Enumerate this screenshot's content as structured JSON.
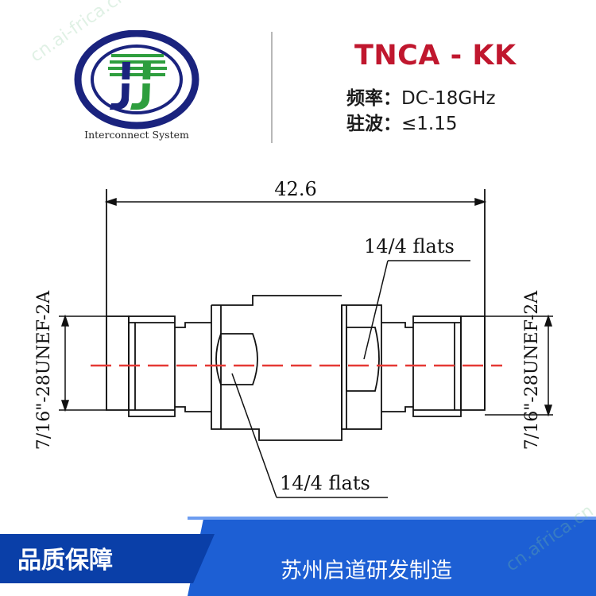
{
  "header": {
    "logo_caption": "Interconnect System",
    "product_title": "TNCA - KK",
    "spec_frequency_label": "频率：",
    "spec_frequency_value": "DC-18GHz",
    "spec_vswr_label": "驻波：",
    "spec_vswr_value": "≤1.15"
  },
  "drawing": {
    "overall_length_label": "42.6",
    "flats_upper_label": "14/4 flats",
    "flats_lower_label": "14/4 flats",
    "thread_left_label": "7/16\"-28UNEF-2A",
    "thread_right_label": "7/16\"-28UNEF-2A"
  },
  "footer": {
    "left_text": "品质保障",
    "right_text": "苏州启道研发制造"
  },
  "watermarks": {
    "top_left": "cn.ai-frica.cn",
    "bottom_right": "cn.africa.cn"
  },
  "colors": {
    "title_red": "#c0172e",
    "footer_dark_blue": "#0a3fa8",
    "footer_blue": "#1d5fd4",
    "centerline_red": "#e53935",
    "logo_navy": "#1a237e",
    "logo_green": "#2e9e3e"
  }
}
